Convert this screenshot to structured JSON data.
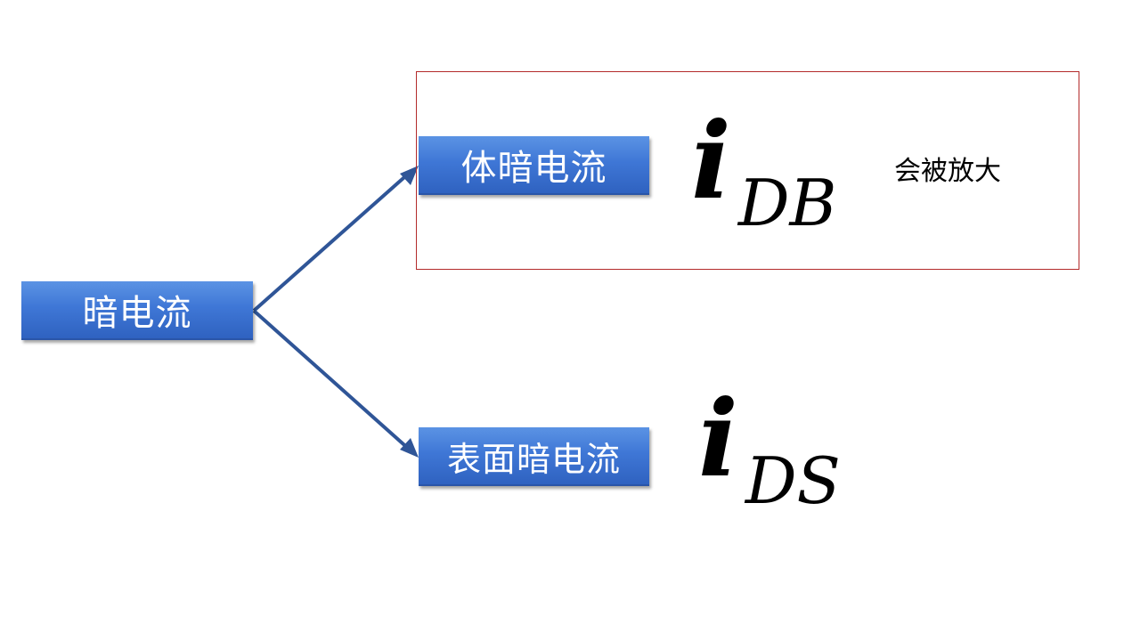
{
  "diagram": {
    "root": {
      "label": "暗电流"
    },
    "branches": [
      {
        "label": "体暗电流",
        "symbol_main": "i",
        "symbol_sub": "DB",
        "note": "会被放大"
      },
      {
        "label": "表面暗电流",
        "symbol_main": "i",
        "symbol_sub": "DS"
      }
    ]
  },
  "colors": {
    "node_fill": "#3f77d6",
    "arrow": "#2f5597",
    "highlight_border": "#b32b2b"
  }
}
